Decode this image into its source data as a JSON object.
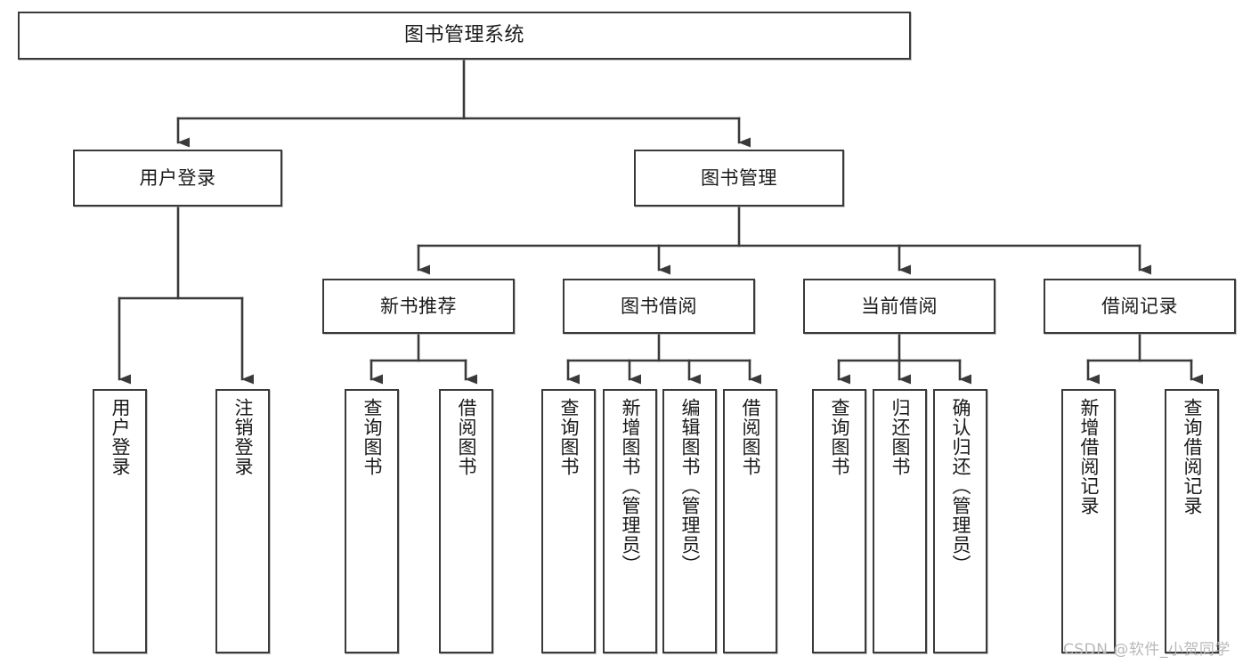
{
  "diagram": {
    "title": "图书管理系统",
    "type": "tree-hierarchy",
    "watermark": "CSDN @软件_小贺同学",
    "colors": {
      "box_border": "#3a3a3a",
      "box_fill": "#ffffff",
      "connector": "#3a3a3a",
      "text": "#1a1a1a",
      "watermark": "#b9b9b9"
    },
    "levels": {
      "root": {
        "label": "图书管理系统"
      },
      "level2": [
        {
          "label": "用户登录"
        },
        {
          "label": "图书管理"
        }
      ],
      "level3": [
        {
          "label": "新书推荐"
        },
        {
          "label": "图书借阅"
        },
        {
          "label": "当前借阅"
        },
        {
          "label": "借阅记录"
        }
      ],
      "leaves": {
        "user_login": [
          {
            "label": "用户登录"
          },
          {
            "label": "注销登录"
          }
        ],
        "new_book_recommend": [
          {
            "label": "查询图书"
          },
          {
            "label": "借阅图书"
          }
        ],
        "book_borrow": [
          {
            "label": "查询图书"
          },
          {
            "label": "新增图书（管理员）"
          },
          {
            "label": "编辑图书（管理员）"
          },
          {
            "label": "借阅图书"
          }
        ],
        "current_borrow": [
          {
            "label": "查询图书"
          },
          {
            "label": "归还图书"
          },
          {
            "label": "确认归还（管理员）"
          }
        ],
        "borrow_record": [
          {
            "label": "新增借阅记录"
          },
          {
            "label": "查询借阅记录"
          }
        ]
      }
    }
  }
}
